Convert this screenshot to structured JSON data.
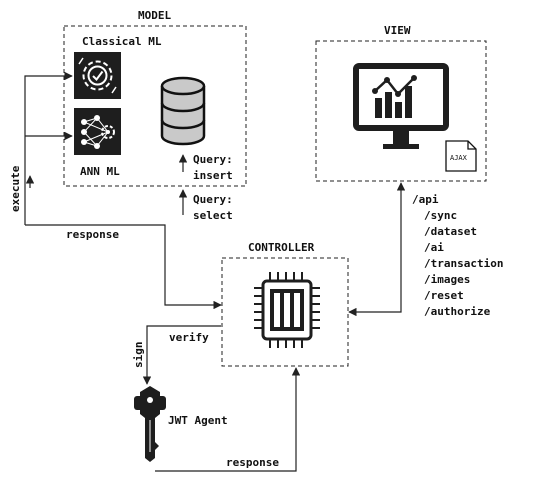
{
  "model": {
    "title": "MODEL",
    "classical_ml": "Classical ML",
    "ann_ml": "ANN ML",
    "query_insert_1": "Query:",
    "query_insert_2": "insert",
    "query_select_1": "Query:",
    "query_select_2": "select"
  },
  "view": {
    "title": "VIEW",
    "ajax_label": "AJAX"
  },
  "controller": {
    "title": "CONTROLLER"
  },
  "api": {
    "root": "/api",
    "routes": [
      "/sync",
      "/dataset",
      "/ai",
      "/transaction",
      "/images",
      "/reset",
      "/authorize"
    ]
  },
  "edges": {
    "execute": "execute",
    "response_model": "response",
    "verify": "verify",
    "sign": "sign",
    "response_jwt": "response"
  },
  "jwt": {
    "label": "JWT Agent"
  },
  "colors": {
    "icon_dark": "#222222",
    "icon_bg": "#1e1e1e"
  }
}
